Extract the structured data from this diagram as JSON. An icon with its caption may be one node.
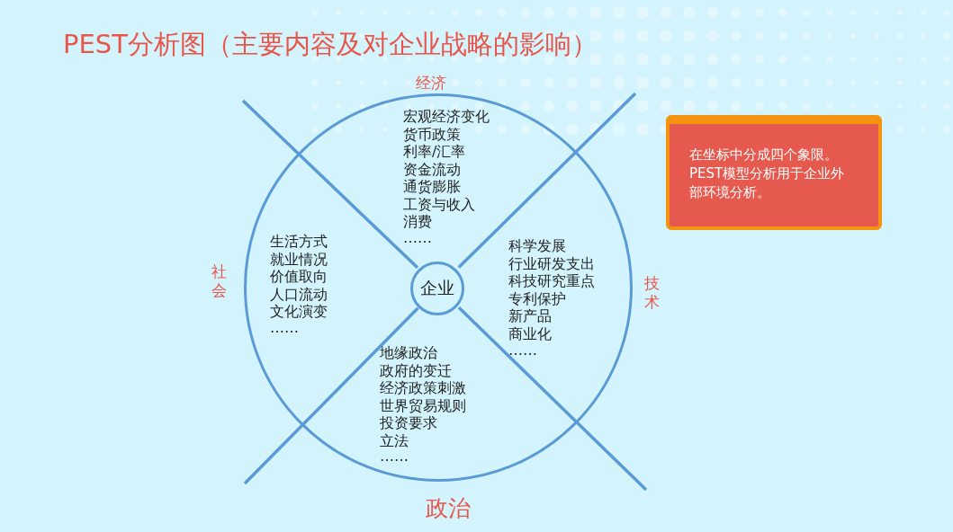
{
  "diagram": {
    "title": "PEST分析图（主要内容及对企业战略的影响）",
    "nodes": [
      {
        "text": [],
        "shape": "circle"
      },
      {
        "text": [
          "企业"
        ],
        "in": 0
      },
      {
        "text": [
          "在坐标中分成四个象限。PEST模型分析用于企业外部环境分析。"
        ]
      }
    ],
    "labels": [
      "经济",
      "宏观经济变化",
      "货币政策",
      "利率/汇率",
      "资金流动",
      "通货膨胀",
      "工资与收入",
      "消费",
      "……",
      "社会",
      "生活方式",
      "就业情况",
      "价值取向",
      "人口流动",
      "文化演变",
      "……",
      "科学发展",
      "行业研发支出",
      "科技研究重点",
      "专利保护",
      "新产品",
      "商业化",
      "……",
      "技术",
      "地缘政治",
      "政府的变迁",
      "经济政策刺激",
      "世界贸易规则",
      "投资要求",
      "立法",
      "……",
      "政治"
    ]
  }
}
